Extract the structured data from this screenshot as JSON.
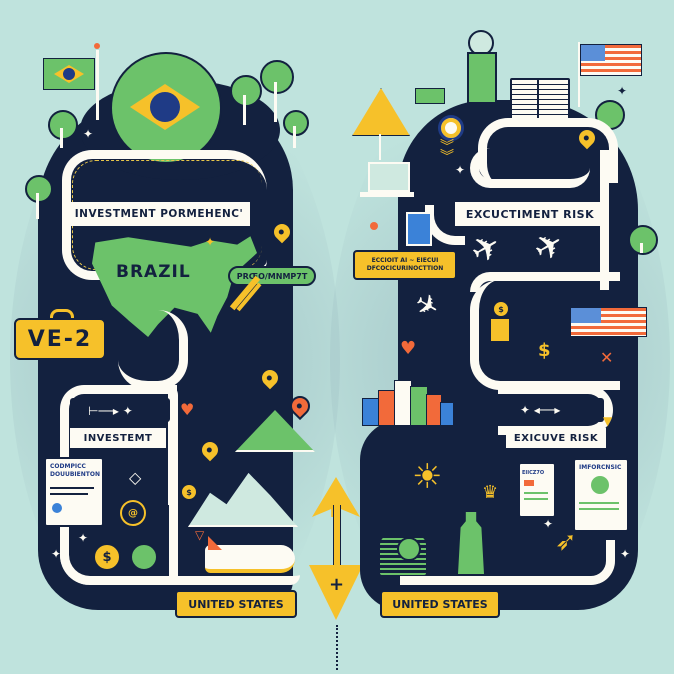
{
  "scene": {
    "background_color": "#bfe3dd",
    "panel_color": "#13213f",
    "accent_yellow": "#f6c12a",
    "accent_green": "#6cc26a",
    "accent_orange": "#f26a3a"
  },
  "left_panel": {
    "country_label": "BRAZIL",
    "route_label_top": "INVESTMENT PORMEHENC'",
    "route_label_mid": "INVESTEMT",
    "badge_label": "PRŒO/MNMP7T",
    "visa_tag": "VE-2",
    "document_title": "CODMPICC DOUUBIENTON",
    "destination_tag": "UNITED STATES",
    "flag": "brazil-flag",
    "globe": "brazil-flag-globe"
  },
  "right_panel": {
    "route_label_top": "EXCUCTIMENT RISK",
    "route_label_mid": "EXICUVE RISK",
    "info_tag": "ECCIOIT AI ~ EIECUI DFCOCICURINOCTTION",
    "document_title": "IMFORCNSIC",
    "clipboard_title": "EIICZ7O",
    "destination_tag": "UNITED STATES",
    "flag": "usa-flag"
  },
  "center": {
    "arrow": "double-arrow-up-down"
  },
  "icons": {
    "dollar": "$"
  }
}
